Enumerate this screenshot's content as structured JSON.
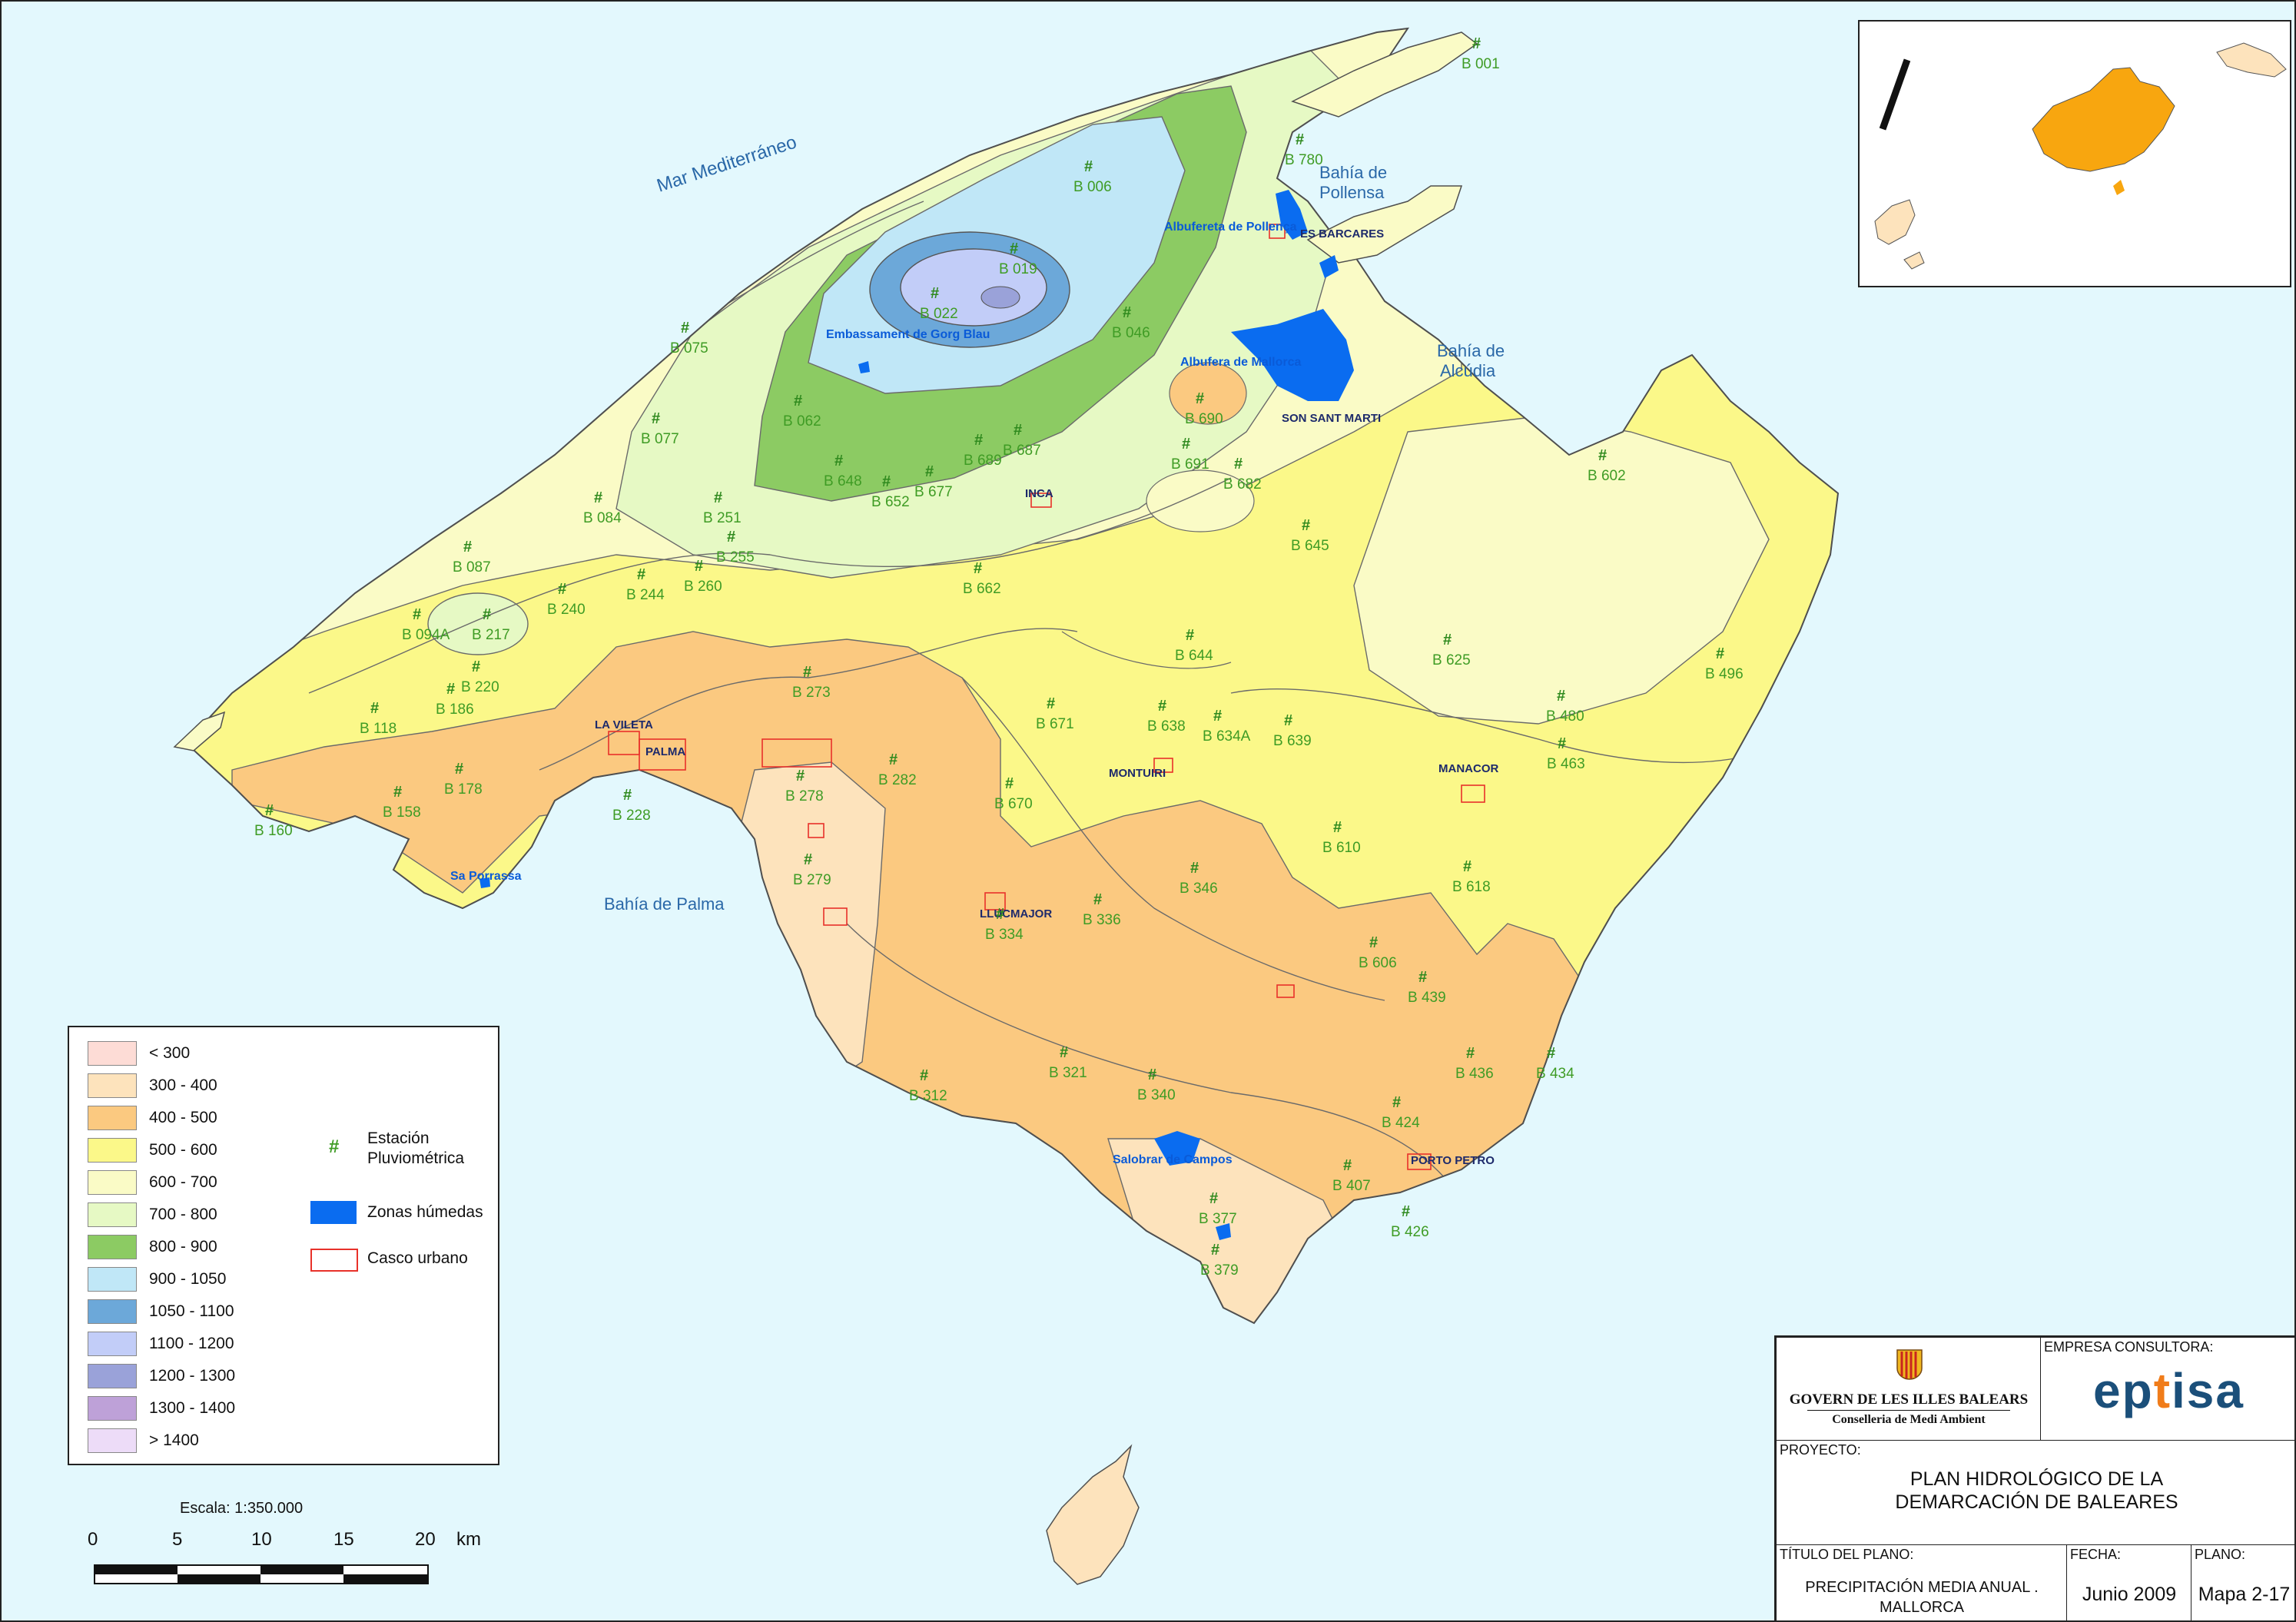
{
  "map": {
    "sea_labels": {
      "mediterranean": "Mar Mediterráneo",
      "pollensa_bay": [
        "Bahía de",
        "Pollensa"
      ],
      "alcudia_bay": [
        "Bahía de",
        "Alcúdia"
      ],
      "palma_bay": "Bahía de Palma"
    },
    "towns": [
      "ES BARCARES",
      "SON SANT MARTI",
      "INCA",
      "LA VILETA",
      "PALMA",
      "MONTUIRI",
      "MANACOR",
      "LLUCMAJOR",
      "PORTO PETRO"
    ],
    "wetlands": [
      "Albufereta de Pollença",
      "Embassament de Gorg Blau",
      "Albufera de Mallorca",
      "Sa Porrassa",
      "Salobrar de Campos"
    ],
    "stations": [
      "B 001",
      "B 780",
      "B 006",
      "B 019",
      "B 022",
      "B 046",
      "B 075",
      "B 062",
      "B 077",
      "B 084",
      "B 087",
      "B 094A",
      "B 217",
      "B 240",
      "B 220",
      "B 186",
      "B 118",
      "B 178",
      "B 158",
      "B 160",
      "B 228",
      "B 244",
      "B 251",
      "B 255",
      "B 260",
      "B 648",
      "B 652",
      "B 677",
      "B 689",
      "B 687",
      "B 690",
      "B 691",
      "B 682",
      "B 602",
      "B 645",
      "B 662",
      "B 644",
      "B 625",
      "B 496",
      "B 480",
      "B 463",
      "B 273",
      "B 671",
      "B 638",
      "B 634A",
      "B 639",
      "B 282",
      "B 278",
      "B 670",
      "B 610",
      "B 618",
      "B 279",
      "B 334",
      "B 336",
      "B 346",
      "B 606",
      "B 439",
      "B 312",
      "B 321",
      "B 340",
      "B 436",
      "B 434",
      "B 424",
      "B 407",
      "B 377",
      "B 426",
      "B 379"
    ],
    "hash_symbol": "#"
  },
  "legend": {
    "classes": [
      {
        "label": "< 300",
        "color": "#fddcd6"
      },
      {
        "label": "300 - 400",
        "color": "#fde3bc"
      },
      {
        "label": "400 - 500",
        "color": "#fbc980"
      },
      {
        "label": "500 - 600",
        "color": "#fbf889"
      },
      {
        "label": "600 - 700",
        "color": "#fafbc6"
      },
      {
        "label": "700 - 800",
        "color": "#e6f9c4"
      },
      {
        "label": "800 - 900",
        "color": "#8ccb63"
      },
      {
        "label": "900 - 1050",
        "color": "#c0e7f7"
      },
      {
        "label": "1050 - 1100",
        "color": "#6ca8d9"
      },
      {
        "label": "1100 - 1200",
        "color": "#c2cdf8"
      },
      {
        "label": "1200 - 1300",
        "color": "#9aa2d9"
      },
      {
        "label": "1300 - 1400",
        "color": "#bea1d8"
      },
      {
        "label": "> 1400",
        "color": "#eddcf8"
      }
    ],
    "station_label": [
      "Estación",
      "Pluviométrica"
    ],
    "wetland_label": "Zonas húmedas",
    "urban_label": "Casco urbano",
    "wetland_color": "#0a6cf0",
    "urban_color": "#e8312a"
  },
  "scale": {
    "title": "Escala:  1:350.000",
    "ticks": [
      "0",
      "5",
      "10",
      "15",
      "20"
    ],
    "unit": "km"
  },
  "title_block": {
    "govern_name": "GOVERN DE LES ILLES BALEARS",
    "conselleria": "Conselleria de Medi Ambient",
    "consultant_label": "EMPRESA CONSULTORA:",
    "consultant_logo": "eptisa",
    "project_label": "PROYECTO:",
    "project_lines": [
      "PLAN HIDROLÓGICO DE LA",
      "DEMARCACIÓN DE BALEARES"
    ],
    "title_label": "TÍTULO DEL PLANO:",
    "title_lines": [
      "PRECIPITACIÓN MEDIA ANUAL .",
      "MALLORCA"
    ],
    "date_label": "FECHA:",
    "date_value": "Junio 2009",
    "plan_label": "PLANO:",
    "plan_value": "Mapa 2-17"
  },
  "colors": {
    "sea": "#e3f8fd",
    "inset_highlight": "#f8a60f",
    "inset_islands": "#fde3bc",
    "station_green": "#3f9c25",
    "town_navy": "#1d2a6b",
    "eptisa_blue": "#1b4f7a",
    "eptisa_orange": "#f07c1a"
  }
}
